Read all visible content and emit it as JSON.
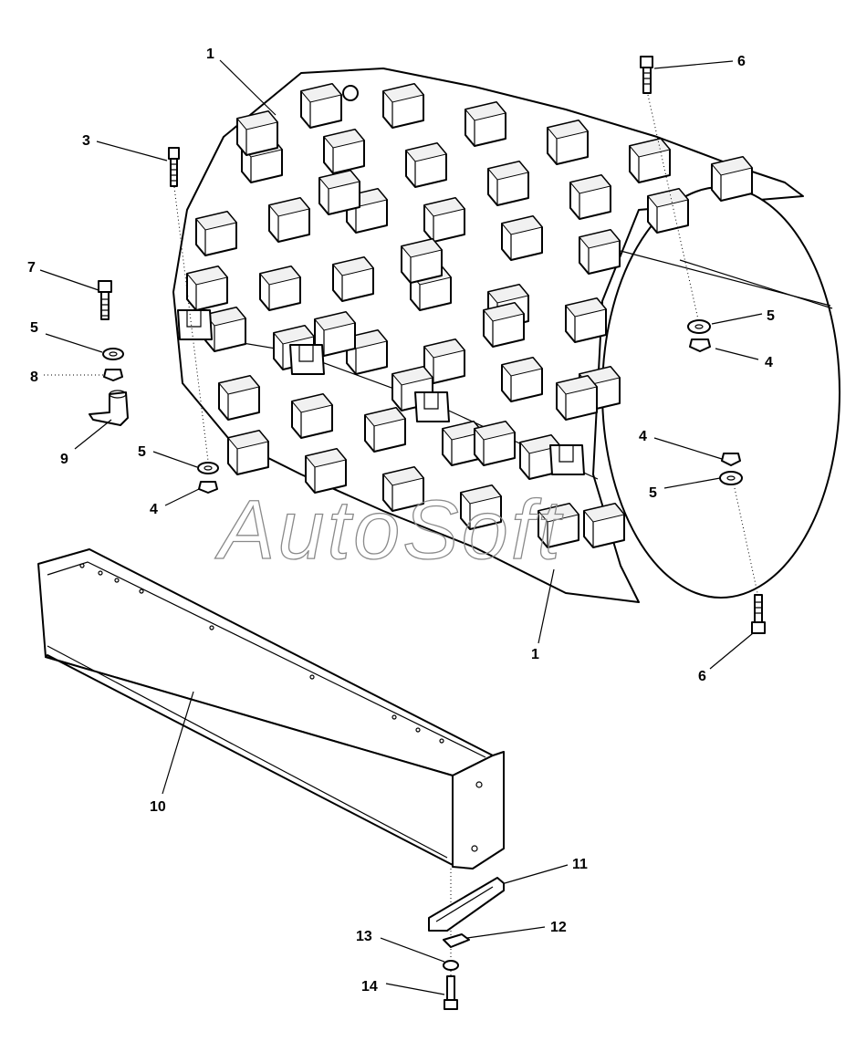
{
  "watermark": "AutoSoft",
  "callouts": [
    {
      "id": "c1a",
      "label": "1"
    },
    {
      "id": "c1b",
      "label": "1"
    },
    {
      "id": "c3",
      "label": "3"
    },
    {
      "id": "c4a",
      "label": "4"
    },
    {
      "id": "c4b",
      "label": "4"
    },
    {
      "id": "c4c",
      "label": "4"
    },
    {
      "id": "c5a",
      "label": "5"
    },
    {
      "id": "c5b",
      "label": "5"
    },
    {
      "id": "c5c",
      "label": "5"
    },
    {
      "id": "c5d",
      "label": "5"
    },
    {
      "id": "c6a",
      "label": "6"
    },
    {
      "id": "c6b",
      "label": "6"
    },
    {
      "id": "c7",
      "label": "7"
    },
    {
      "id": "c8",
      "label": "8"
    },
    {
      "id": "c9",
      "label": "9"
    },
    {
      "id": "c10",
      "label": "10"
    },
    {
      "id": "c11",
      "label": "11"
    },
    {
      "id": "c12",
      "label": "12"
    },
    {
      "id": "c13",
      "label": "13"
    },
    {
      "id": "c14",
      "label": "14"
    }
  ]
}
